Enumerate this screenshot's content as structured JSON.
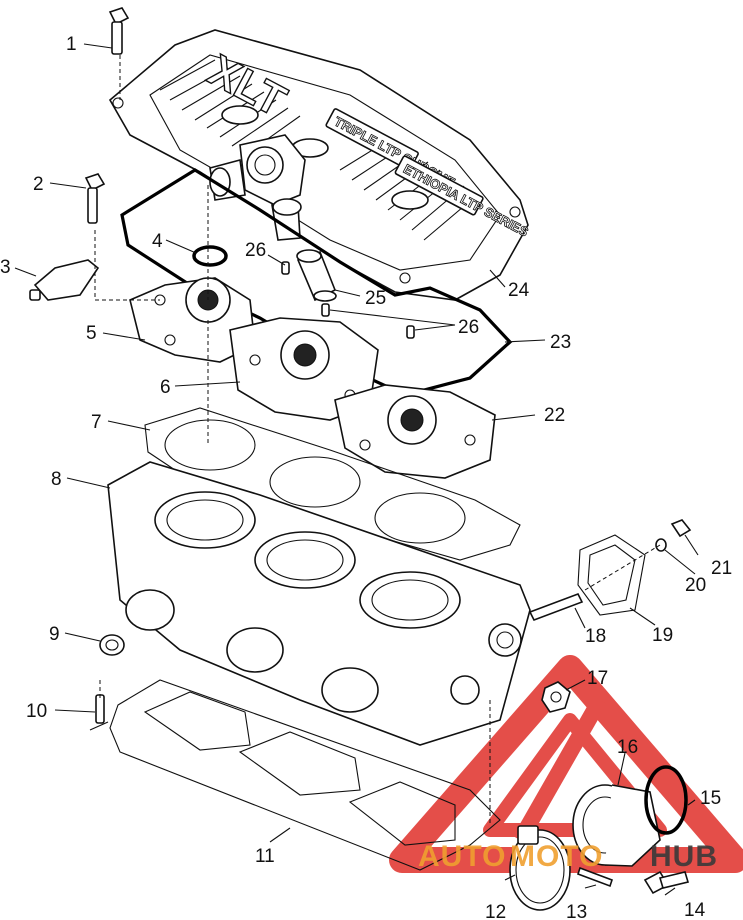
{
  "diagram": {
    "cover_lettering": "XLT",
    "cover_plate_lettering": "TRIPLE LTP CHROME",
    "cover_side_lettering": "ETHIOPIA LTP SERIES",
    "callouts": [
      "1",
      "2",
      "3",
      "4",
      "5",
      "6",
      "7",
      "8",
      "9",
      "10",
      "11",
      "12",
      "13",
      "14",
      "15",
      "16",
      "17",
      "18",
      "19",
      "20",
      "21",
      "22",
      "23",
      "24",
      "25",
      "26",
      "26"
    ]
  },
  "watermark": {
    "text_a": "AUTO",
    "text_b": "MOTO",
    "text_c": "HUB",
    "color_red": "#e0302a",
    "color_orange": "#f0a030",
    "color_dark": "#3a3a3a"
  }
}
